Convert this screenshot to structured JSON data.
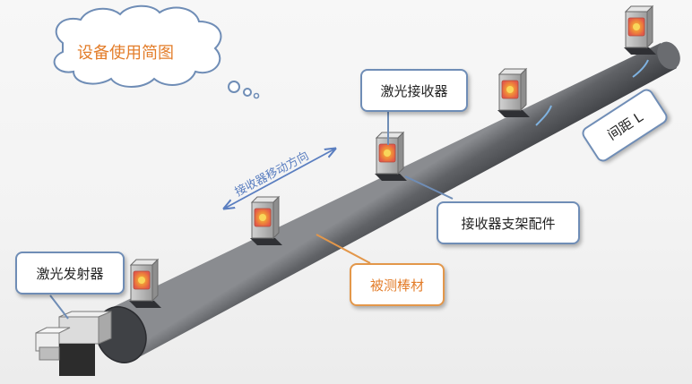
{
  "cloud": {
    "label": "设备使用简图"
  },
  "callouts": {
    "receiver": "激光接收器",
    "spacing": "间距 L",
    "bracket": "接收器支架配件",
    "transmitter": "激光发射器",
    "rod": "被测棒材"
  },
  "direction_label": "接收器移动方向",
  "colors": {
    "accent_orange": "#e37d2a",
    "callout_border": "#6f8db6",
    "direction_blue": "#5a7ec0",
    "rod_body": "#55575b",
    "rod_end": "#3f4145"
  },
  "receiver_count": 5
}
